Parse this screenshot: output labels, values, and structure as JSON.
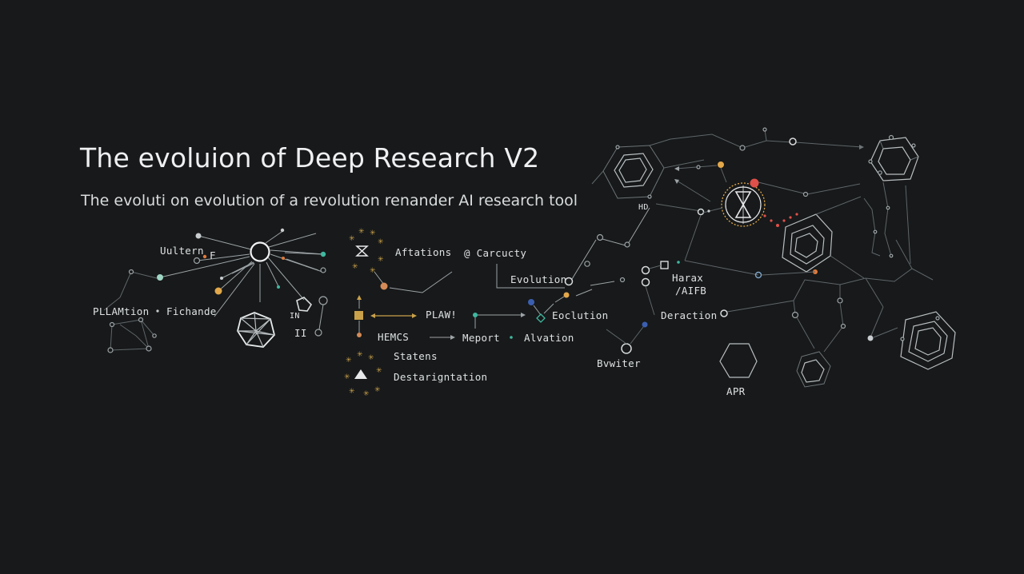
{
  "header": {
    "title": "The evoluion of Deep Research V2",
    "subtitle": "The evoluti on evolution of  a revolution renander AI research tool"
  },
  "labels": {
    "uultern": "Uultern",
    "f_mark": "F",
    "pllamtion": "PLLAMtion",
    "fichande": "Fichande",
    "in_mark": "IN",
    "ii_mark": "II",
    "aftations": "Aftations",
    "carcucty": "@ Carcucty",
    "evolution": "Evolution",
    "plaw": "PLAW!",
    "hemcs": "HEMCS",
    "meport": "Meport",
    "alvation": "Alvation",
    "eoclution": "Eoclution",
    "statens": "Statens",
    "destarigntation": "Destarigntation",
    "bvwiter": "Bvwiter",
    "hd": "HD",
    "harax": "Harax",
    "aifb": "/AIFB",
    "deraction": "Deraction",
    "apr": "APR"
  },
  "colors": {
    "background": "#17191a",
    "text": "#e6e8e9",
    "accent_teal": "#3fb8a0",
    "accent_orange": "#e39a4a",
    "accent_red": "#e0504a",
    "accent_gold": "#c9a14a",
    "accent_blue": "#3b5fb0"
  },
  "icons": [
    "hourglass-icon",
    "sparkle-cluster-icon",
    "triangle-icon",
    "gold-square-icon",
    "geodesic-sphere-icon",
    "hexagon-icon"
  ]
}
